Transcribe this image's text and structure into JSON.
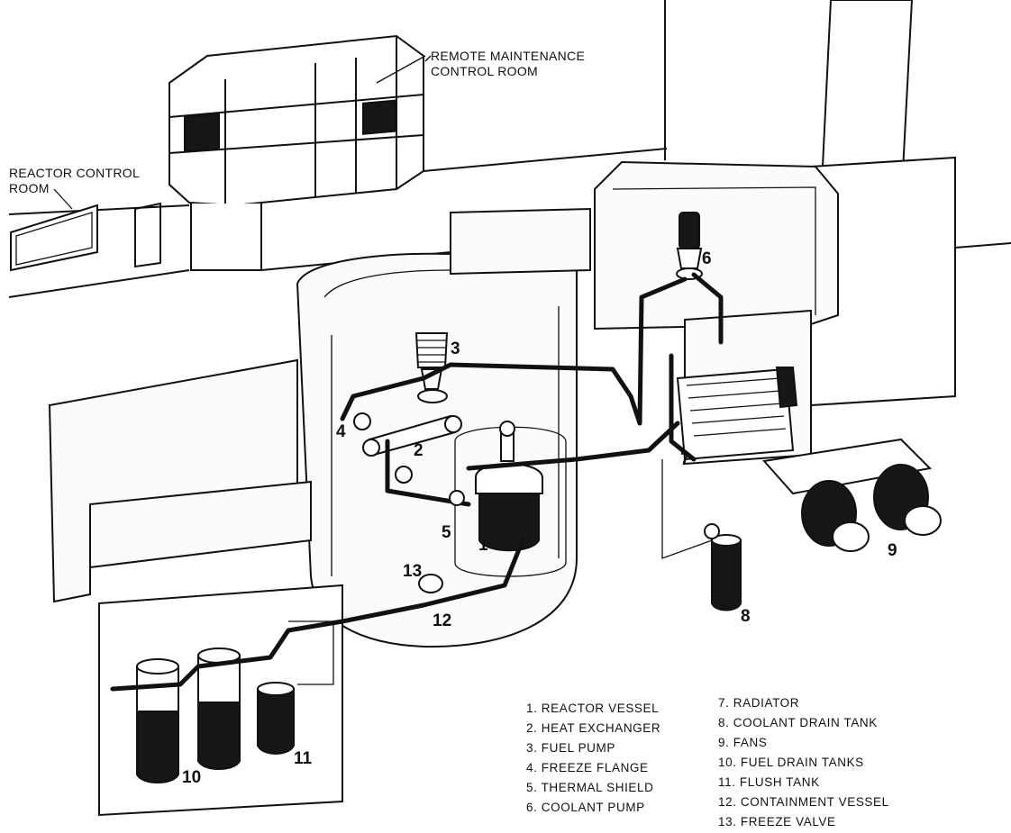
{
  "callouts": {
    "remote_maintenance": [
      "REMOTE MAINTENANCE",
      "CONTROL ROOM"
    ],
    "reactor_control": [
      "REACTOR CONTROL",
      "ROOM"
    ]
  },
  "component_numbers": [
    "1",
    "2",
    "3",
    "4",
    "5",
    "6",
    "7",
    "8",
    "9",
    "10",
    "11",
    "12",
    "13"
  ],
  "legend_left": [
    "1.  REACTOR VESSEL",
    "2.  HEAT EXCHANGER",
    "3.  FUEL PUMP",
    "4.  FREEZE FLANGE",
    "5.  THERMAL SHIELD",
    "6.  COOLANT PUMP"
  ],
  "legend_right": [
    "7.  RADIATOR",
    "8.  COOLANT DRAIN TANK",
    "9.  FANS",
    "10.  FUEL DRAIN TANKS",
    "11.  FLUSH TANK",
    "12.  CONTAINMENT VESSEL",
    "13.  FREEZE VALVE"
  ]
}
